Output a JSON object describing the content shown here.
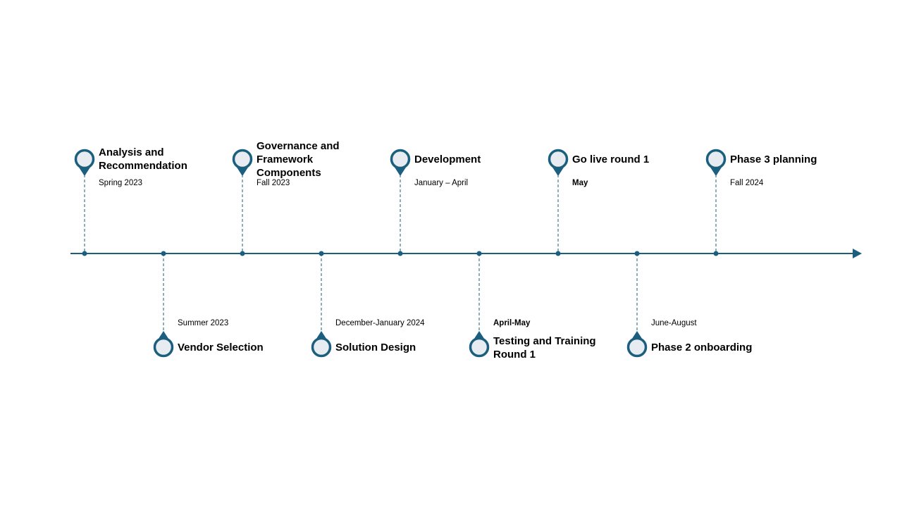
{
  "colors": {
    "primary": "#1b5e7e",
    "pin_fill": "#e6ecf0",
    "text": "#000000"
  },
  "milestones": [
    {
      "title": "Analysis and Recommendation",
      "date": "Spring 2023",
      "position": "above",
      "icon": "map-pin-icon"
    },
    {
      "title": "Vendor Selection",
      "date": "Summer 2023",
      "position": "below",
      "icon": "map-pin-icon"
    },
    {
      "title": "Governance and Framework Components",
      "date": "Fall 2023",
      "position": "above",
      "icon": "map-pin-icon"
    },
    {
      "title": "Solution Design",
      "date": "December-January 2024",
      "position": "below",
      "icon": "map-pin-icon"
    },
    {
      "title": "Development",
      "date": "January – April",
      "position": "above",
      "icon": "map-pin-icon"
    },
    {
      "title": "Testing and Training Round 1",
      "date": "April-May",
      "position": "below",
      "icon": "map-pin-icon"
    },
    {
      "title": "Go live round 1",
      "date": "May",
      "position": "above",
      "icon": "map-pin-icon"
    },
    {
      "title": "Phase 2 onboarding",
      "date": "June-August",
      "position": "below",
      "icon": "map-pin-icon"
    },
    {
      "title": "Phase 3 planning",
      "date": "Fall 2024",
      "position": "above",
      "icon": "map-pin-icon"
    }
  ]
}
